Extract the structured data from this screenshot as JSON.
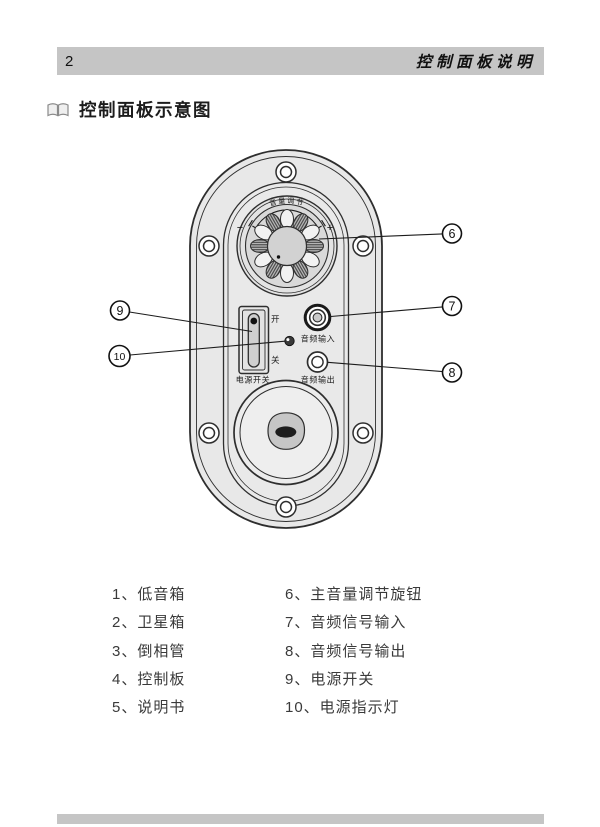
{
  "header": {
    "page_number": "2",
    "title": "控制面板说明"
  },
  "section": {
    "title": "控制面板示意图"
  },
  "diagram": {
    "volume_knob": {
      "arc_label": "音量调节",
      "minus_label": "−",
      "plus_label": "+"
    },
    "power_switch": {
      "on_label": "开",
      "off_label": "关",
      "caption": "电源开关"
    },
    "audio_input": {
      "caption": "音频输入"
    },
    "audio_output": {
      "caption": "音频输出"
    },
    "callouts": {
      "knob": "6",
      "audio_input": "7",
      "audio_output": "8",
      "power_switch": "9",
      "power_led": "10"
    }
  },
  "legend": {
    "left": [
      "1、低音箱",
      "2、卫星箱",
      "3、倒相管",
      "4、控制板",
      "5、说明书"
    ],
    "right": [
      "6、主音量调节旋钮",
      "7、音频信号输入",
      "8、音频信号输出",
      "9、电源开关",
      "10、电源指示灯"
    ]
  },
  "colors": {
    "header_bar": "#c5c5c5",
    "panel_fill": "#e8e8e8",
    "diagram_line": "#2e2e2e"
  }
}
